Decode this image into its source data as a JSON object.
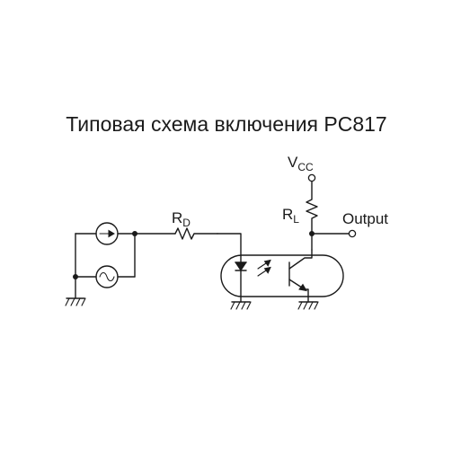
{
  "title": "Типовая схема включения PC817",
  "labels": {
    "vcc_main": "V",
    "vcc_sub": "CC",
    "rd_main": "R",
    "rd_sub": "D",
    "rl_main": "R",
    "rl_sub": "L",
    "output": "Output"
  },
  "icons": {
    "dc_source": "dc-source-icon",
    "ac_source": "ac-source-icon",
    "ground": "ground-icon",
    "led": "led-icon",
    "phototransistor": "phototransistor-icon"
  }
}
